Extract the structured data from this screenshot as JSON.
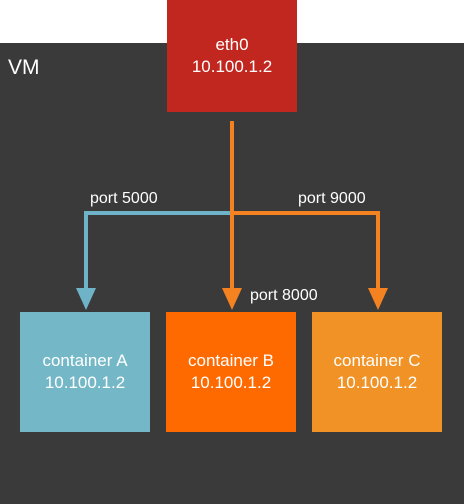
{
  "vm": {
    "label": "VM"
  },
  "eth0": {
    "name": "eth0",
    "ip": "10.100.1.2",
    "color": "#c1271f"
  },
  "ports": {
    "a": "port 5000",
    "b": "port 8000",
    "c": "port 9000"
  },
  "containers": [
    {
      "name": "container A",
      "ip": "10.100.1.2",
      "color": "#74b8c8"
    },
    {
      "name": "container B",
      "ip": "10.100.1.2",
      "color": "#ff6a00"
    },
    {
      "name": "container C",
      "ip": "10.100.1.2",
      "color": "#f19226"
    }
  ],
  "line_colors": {
    "a": "#6fb3c8",
    "b": "#f58220",
    "c": "#f58220"
  }
}
